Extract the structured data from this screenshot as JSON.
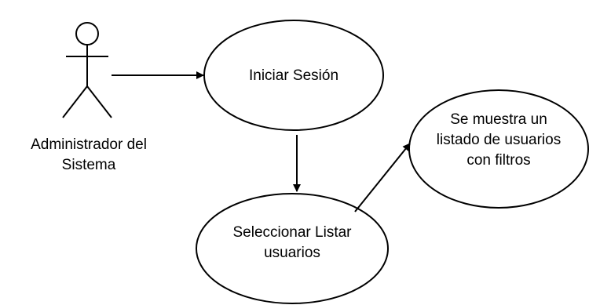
{
  "diagram": {
    "actor": {
      "label": "Administrador del\nSistema"
    },
    "use_cases": [
      {
        "label": "Iniciar Sesión"
      },
      {
        "label": "Seleccionar Listar\nusuarios"
      },
      {
        "label": "Se muestra un\nlistado de usuarios\ncon filtros"
      }
    ],
    "colors": {
      "stroke": "#000000",
      "background": "#ffffff"
    }
  }
}
